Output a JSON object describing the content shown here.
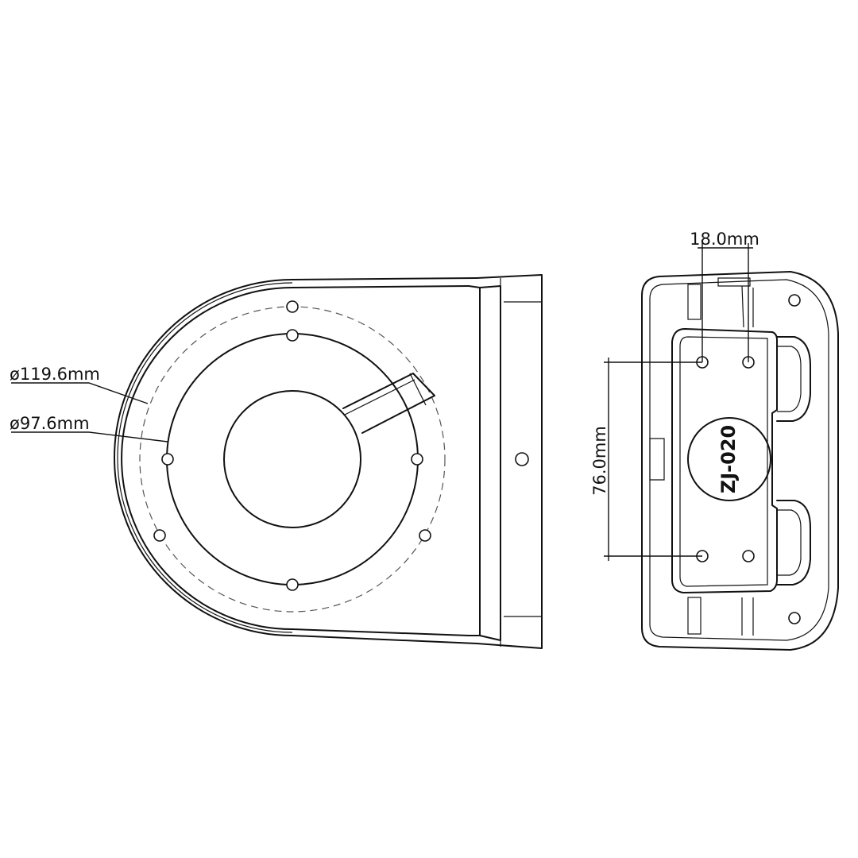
{
  "dimensions": {
    "outer_diameter": "ø119.6mm",
    "inner_diameter": "ø97.6mm",
    "hole_spacing_horizontal": "18.0mm",
    "hole_spacing_vertical": "76.0mm"
  },
  "part_marking": "ZJ-020"
}
